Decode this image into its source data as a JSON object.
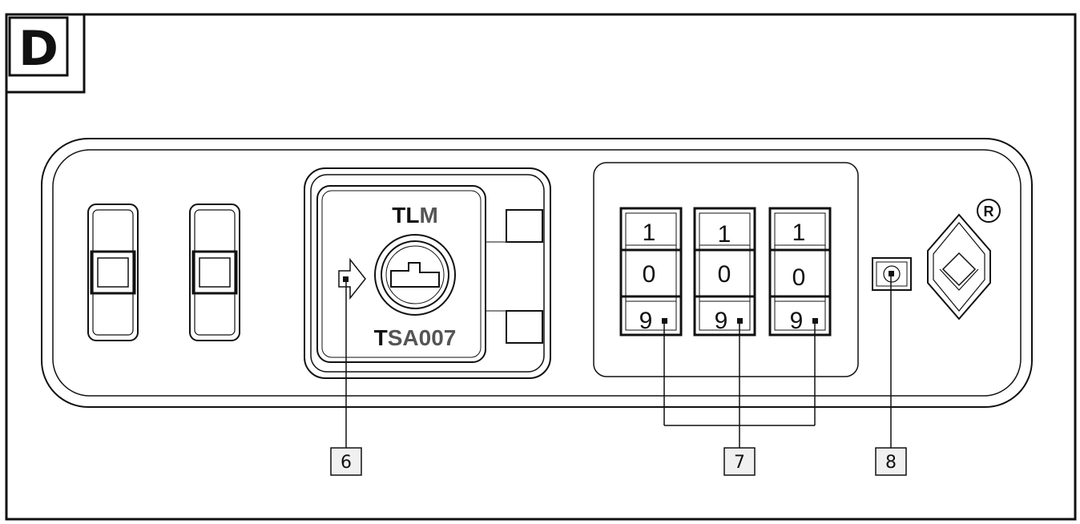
{
  "figure": {
    "panel_letter": "D",
    "lock": {
      "brand_top": {
        "strong": "TL",
        "light": "M"
      },
      "brand_bottom": {
        "strong": "T",
        "light": "SA007"
      },
      "dial_rows": [
        [
          "1",
          "1",
          "1"
        ],
        [
          "0",
          "0",
          "0"
        ],
        [
          "9",
          "9",
          "9"
        ]
      ],
      "registered_mark": "R"
    },
    "callouts": [
      {
        "id": "6"
      },
      {
        "id": "7"
      },
      {
        "id": "8"
      }
    ]
  }
}
